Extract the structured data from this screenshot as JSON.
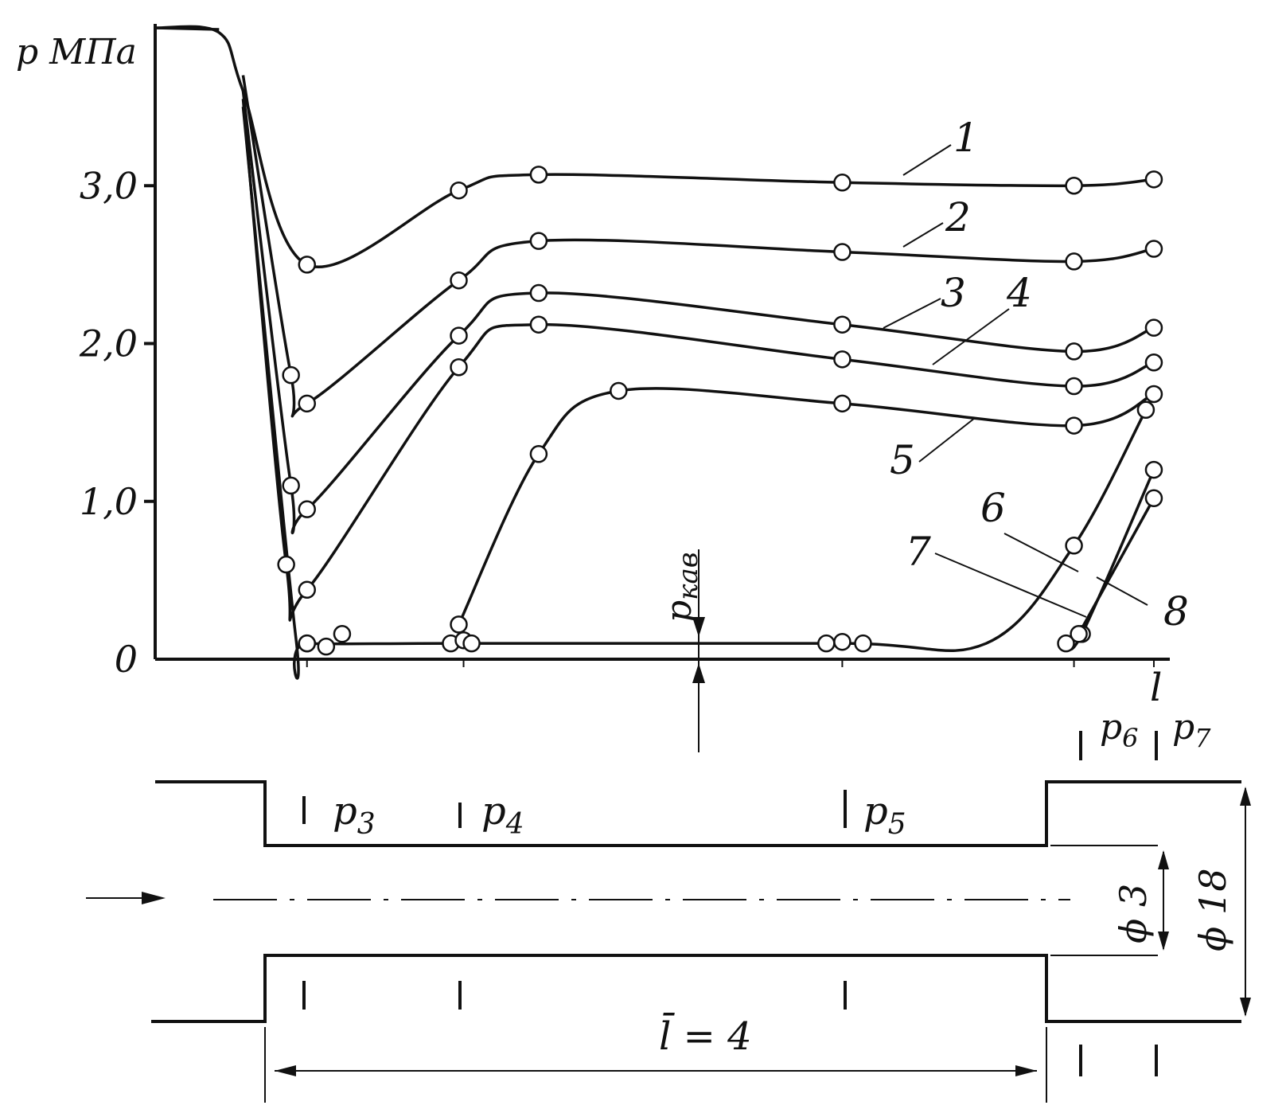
{
  "chart_data": {
    "type": "line",
    "ylabel": "p МПа",
    "xlabel": "l",
    "ylim": [
      0,
      4.0
    ],
    "xlim": [
      0,
      6.3
    ],
    "yticks": [
      {
        "value": 0,
        "label": "0"
      },
      {
        "value": 1.0,
        "label": "1,0"
      },
      {
        "value": 2.0,
        "label": "2,0"
      },
      {
        "value": 3.0,
        "label": "3,0"
      }
    ],
    "series": [
      {
        "name": "1",
        "x": [
          0.0,
          0.4,
          0.55,
          0.95,
          1.9,
          2.4,
          4.3,
          5.75,
          6.25
        ],
        "y": [
          4.0,
          3.97,
          3.6,
          2.5,
          2.97,
          3.07,
          3.02,
          3.0,
          3.04
        ]
      },
      {
        "name": "2",
        "x": [
          0.55,
          0.85,
          0.95,
          1.9,
          2.4,
          4.3,
          5.75,
          6.25
        ],
        "y": [
          3.7,
          1.8,
          1.62,
          2.4,
          2.65,
          2.58,
          2.52,
          2.6
        ]
      },
      {
        "name": "3",
        "x": [
          0.55,
          0.85,
          0.95,
          1.9,
          2.4,
          4.3,
          5.75,
          6.25
        ],
        "y": [
          3.6,
          1.1,
          0.95,
          2.05,
          2.32,
          2.12,
          1.95,
          2.1
        ]
      },
      {
        "name": "4",
        "x": [
          0.55,
          0.82,
          0.95,
          1.9,
          2.4,
          4.3,
          5.75,
          6.25
        ],
        "y": [
          3.55,
          0.6,
          0.44,
          1.85,
          2.12,
          1.9,
          1.73,
          1.88
        ]
      },
      {
        "name": "5",
        "x": [
          1.9,
          2.4,
          2.9,
          4.3,
          5.75,
          6.25
        ],
        "y": [
          0.22,
          1.3,
          1.7,
          1.62,
          1.48,
          1.68
        ]
      },
      {
        "name": "6",
        "x": [
          0.55,
          0.88,
          0.95,
          1.9,
          4.3,
          5.2,
          5.75,
          6.2
        ],
        "y": [
          3.5,
          0.14,
          0.1,
          0.1,
          0.1,
          0.1,
          0.72,
          1.58
        ]
      },
      {
        "name": "7",
        "x": [
          5.7,
          5.8,
          6.25
        ],
        "y": [
          0.1,
          0.16,
          1.2
        ]
      },
      {
        "name": "8",
        "x": [
          5.78,
          6.25
        ],
        "y": [
          0.16,
          1.02
        ]
      }
    ],
    "baseline_points": {
      "x": [
        0.95,
        1.07,
        1.17,
        1.85,
        1.93,
        1.98,
        4.2,
        4.3,
        4.43,
        5.7
      ],
      "y": [
        0.1,
        0.08,
        0.16,
        0.1,
        0.12,
        0.1,
        0.1,
        0.11,
        0.1,
        0.1
      ]
    },
    "annotations": {
      "p_kav": "p",
      "p_kav_sub": "кав",
      "vline_x": 3.4
    }
  },
  "tube": {
    "length_label": "l̄ = 4",
    "inner_diameter": "ϕ 3",
    "outer_diameter": "ϕ 18",
    "taps": [
      {
        "base": "p",
        "sub": "3"
      },
      {
        "base": "p",
        "sub": "4"
      },
      {
        "base": "p",
        "sub": "5"
      },
      {
        "base": "p",
        "sub": "6"
      },
      {
        "base": "p",
        "sub": "7"
      }
    ]
  }
}
